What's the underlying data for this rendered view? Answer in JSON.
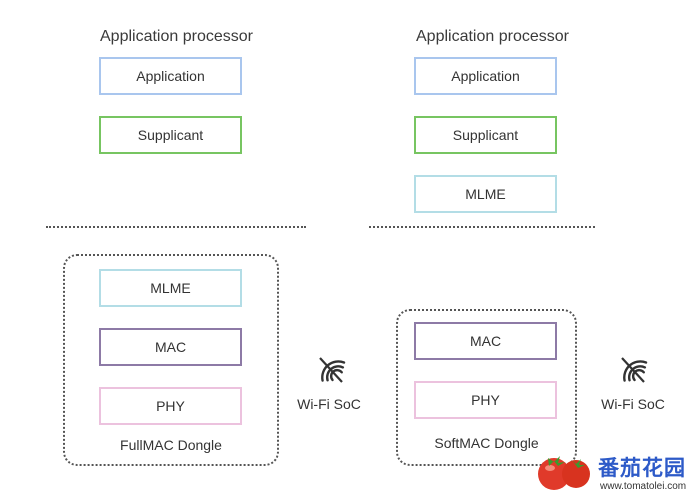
{
  "left": {
    "title": "Application processor",
    "boxes": {
      "application": "Application",
      "supplicant": "Supplicant"
    },
    "dongle": {
      "mlme": "MLME",
      "mac": "MAC",
      "phy": "PHY",
      "caption": "FullMAC Dongle"
    },
    "soc_label": "Wi-Fi SoC"
  },
  "right": {
    "title": "Application processor",
    "boxes": {
      "application": "Application",
      "supplicant": "Supplicant",
      "mlme": "MLME"
    },
    "dongle": {
      "mac": "MAC",
      "phy": "PHY",
      "caption": "SoftMAC Dongle"
    },
    "soc_label": "Wi-Fi SoC"
  },
  "watermark": {
    "name": "番茄花园",
    "url": "www.tomatolei.com"
  },
  "colors": {
    "application_border": "#a9c6ee",
    "supplicant_border": "#77c561",
    "mlme_border": "#b3dde6",
    "mac_border": "#8d7aa6",
    "phy_border": "#ecc2de"
  },
  "icons": [
    "wifi-signal-icon",
    "tomato-logo"
  ]
}
